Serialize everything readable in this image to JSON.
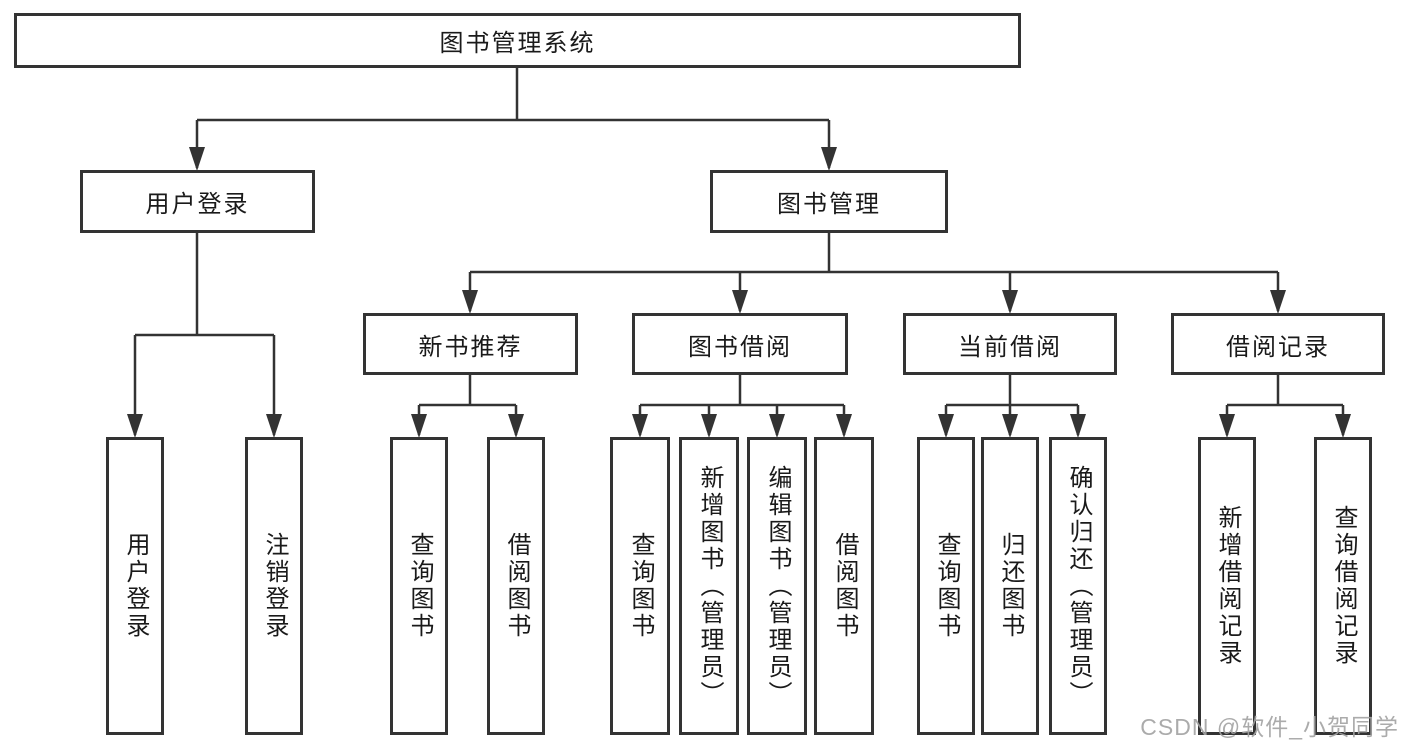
{
  "diagram": {
    "type": "tree",
    "colors": {
      "line": "#333333",
      "box_border": "#333333",
      "box_fill": "#ffffff",
      "text": "#1a1a1a",
      "watermark": "#a3a3a3"
    },
    "nodes": {
      "root": "图书管理系统",
      "branches": [
        {
          "label": "用户登录",
          "children": [
            "用户登录",
            "注销登录"
          ]
        },
        {
          "label": "图书管理",
          "children": [
            {
              "label": "新书推荐",
              "children": [
                "查询图书",
                "借阅图书"
              ]
            },
            {
              "label": "图书借阅",
              "children": [
                "查询图书",
                "新增图书（管理员）",
                "编辑图书（管理员）",
                "借阅图书"
              ]
            },
            {
              "label": "当前借阅",
              "children": [
                "查询图书",
                "归还图书",
                "确认归还（管理员）"
              ]
            },
            {
              "label": "借阅记录",
              "children": [
                "新增借阅记录",
                "查询借阅记录"
              ]
            }
          ]
        }
      ]
    },
    "watermark": "CSDN @软件_小贺同学"
  }
}
